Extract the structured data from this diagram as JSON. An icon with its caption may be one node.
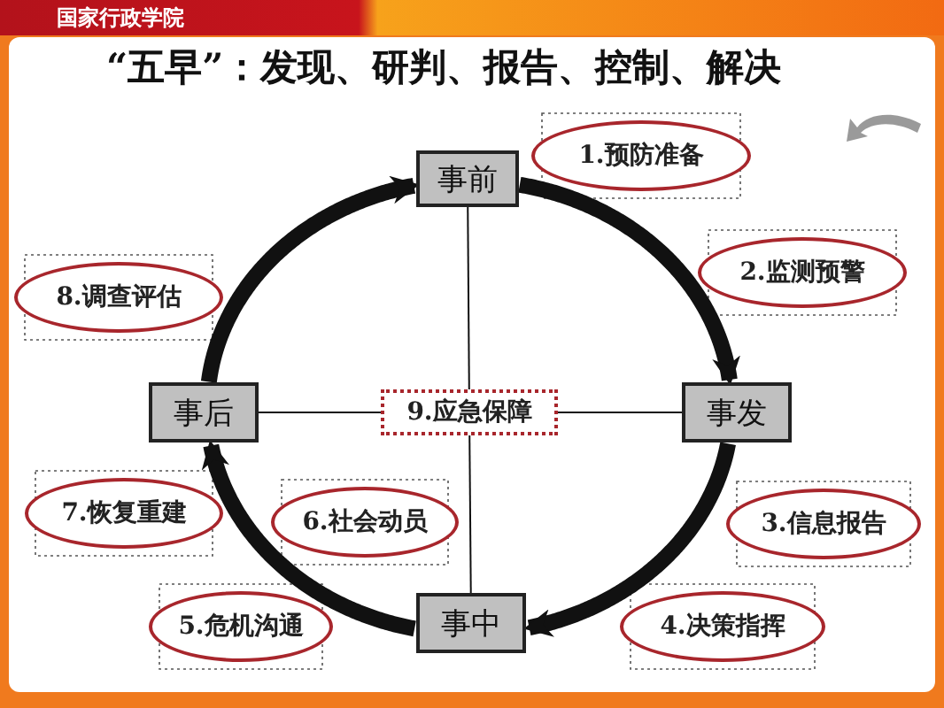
{
  "diagram": {
    "title": "“五早”：发现、研判、报告、控制、解决",
    "nodes": [
      {
        "text": [
          "事前"
        ]
      },
      {
        "text": [
          "1.预防准备"
        ]
      },
      {
        "text": [
          "8.调查评估"
        ]
      },
      {
        "text": [
          "2.监测预警"
        ]
      },
      {
        "text": [
          "事后"
        ]
      },
      {
        "text": [
          "9.应急保障"
        ]
      },
      {
        "text": [
          "事发"
        ]
      },
      {
        "text": [
          "7.恢复重建"
        ]
      },
      {
        "text": [
          "6.社会动员"
        ]
      },
      {
        "text": [
          "3.信息报告"
        ]
      },
      {
        "text": [
          "5.危机沟通"
        ]
      },
      {
        "text": [
          "事中"
        ]
      },
      {
        "text": [
          "4.决策指挥"
        ]
      }
    ],
    "edges": [
      {
        "from": 0,
        "to": 6,
        "arrow": "to",
        "style": "thick"
      },
      {
        "from": 6,
        "to": 11,
        "arrow": "to",
        "style": "thick"
      },
      {
        "from": 11,
        "to": 4,
        "arrow": "to",
        "style": "thick"
      },
      {
        "from": 4,
        "to": 0,
        "arrow": "to",
        "style": "thick"
      },
      {
        "from": 0,
        "to": 5,
        "arrow": "none"
      },
      {
        "from": 5,
        "to": 11,
        "arrow": "none"
      },
      {
        "from": 4,
        "to": 5,
        "arrow": "none"
      },
      {
        "from": 5,
        "to": 6,
        "arrow": "none"
      }
    ],
    "labels": [
      "国家行政学院"
    ]
  }
}
